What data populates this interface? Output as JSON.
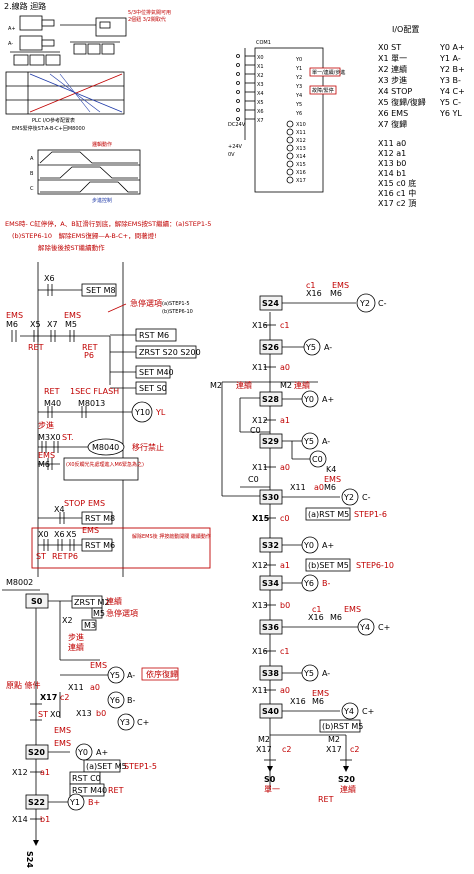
{
  "header": {
    "section_title": "2.線路 迴路"
  },
  "top": {
    "valve_note_1": "5/3中位排氣閥可用",
    "valve_note_2": "2個鈕 3/2閥取代",
    "plc_caption": "PLC I/O參考配置表",
    "diagram_note": "EMS緊停後ST:A-B-C+回M8000",
    "timing_title": "邏輯動作",
    "timing_caption": "步進控制",
    "io_title": "I/O配置",
    "io_inputs": [
      "X0 ST",
      "X1 單一",
      "X2 連續",
      "X3 步進",
      "X4 STOP",
      "X5 復歸/復歸",
      "X6 EMS",
      "X7 復歸"
    ],
    "io_outputs": [
      "Y0 A+",
      "Y1 A-",
      "Y2 B+",
      "Y3 B-",
      "Y4 C+",
      "Y5 C-",
      "Y6 YL"
    ],
    "io_inputs2": [
      "X11 a0",
      "X12 a1",
      "X13 b0",
      "X14 b1",
      "X15 c0 底",
      "X16 c1 中",
      "X17 c2 頂"
    ],
    "plc_inputs": [
      "X0",
      "X1",
      "X2",
      "X3",
      "X4",
      "X5",
      "X6",
      "X7"
    ],
    "plc_outputs": [
      "Y0",
      "Y1",
      "Y2",
      "Y3",
      "Y4",
      "Y5",
      "Y6"
    ],
    "sensor_labels": [
      "X10",
      "X11",
      "X12",
      "X13",
      "X14",
      "X15",
      "X16",
      "X17"
    ],
    "plc_box_labels": [
      "單一/連續/步進",
      "故障/緊停"
    ],
    "tag_com": "COM1",
    "tag_dc": "DC24V",
    "tag_24v": "+24V",
    "tag_0v": "0V"
  },
  "notes": {
    "ems_line1": "EMS時- C缸停停，A、B缸滑行到底，解除EMS按ST繼續：(a)STEP1-5",
    "ems_line2": "(b)STEP6-10　解除EMS復歸—A-B-C+，問著燈!",
    "ems_line3": "解除後後按ST繼續動作"
  },
  "left": {
    "rung1": {
      "contact": "X6",
      "coil": "SET M8"
    },
    "rung2": {
      "c1": "M6",
      "c2": "X5",
      "c3": "X7",
      "c4": "M5",
      "note": "急停選項",
      "opt_a": "(a)STEP1-5",
      "opt_b": "(b)STEP6-10",
      "label_ret": "RET",
      "label_ems": "EMS",
      "label_p6": "P6",
      "coils": [
        "RST M6",
        "ZRST S20 S200",
        "SET M40",
        "SET S0"
      ],
      "label_ems2": "EMS",
      "label_ret2": "RET"
    },
    "rung3": {
      "c1": "M40",
      "c2": "M8013",
      "coil": "Y10",
      "coil_note": "YL",
      "title": "1SEC FLASH",
      "label_ret": "RET"
    },
    "rung4": {
      "title": "步進",
      "c1": "M3",
      "c2": "X0",
      "label_st": "ST.",
      "coil": "M8040",
      "coil_note": "移行禁止"
    },
    "rung5": {
      "c1": "M6",
      "label_ems": "EMS",
      "note": "(X0反觸光先處理進入M6緊急為之)"
    },
    "rung6": {
      "c1": "X4",
      "label_stop": "STOP",
      "label_ems": "EMS",
      "coil": "RST M8"
    },
    "rung7": {
      "c1": "X0",
      "c2": "X6",
      "c3": "X5",
      "label_st": "ST",
      "label_ret": "RET",
      "label_ems": "EMS",
      "label_p6": "P6",
      "coil": "RST M6",
      "box_note": "解除EMS後 押按啟動開關 繼續動作"
    },
    "init": {
      "contact": "M8002",
      "step": "S0",
      "zrst": "ZRST M2",
      "rst_m5": "M5",
      "note_m2": "連續",
      "note_m5": "急停選項",
      "c_x2": "X2",
      "rst_m3": "M3",
      "note_m3": "步進",
      "x2_note": "連續",
      "ems_lbl": "EMS",
      "y5": "Y5",
      "y5_note": "A-",
      "restore": "依序復歸",
      "x11": "X11",
      "x11_note": "a0",
      "y6": "Y6",
      "y6_note": "B-",
      "x13": "X13",
      "x13_note": "b0",
      "y3": "Y3",
      "y3_note": "C+",
      "orig": "原點 條件",
      "x17": "X17",
      "x17_note": "c2",
      "st": "ST",
      "x0": "X0",
      "ems2": "EMS"
    },
    "s20": {
      "step": "S20",
      "coil_y0": "Y0",
      "y0_note": "A+",
      "ems": "EMS",
      "set_m5": "(a)SET M5",
      "step_note": "STEP1-5",
      "rst_c0": "RST C0",
      "rst_m40": "RST M40",
      "ret": "RET",
      "x12": "X12",
      "a1": "a1"
    },
    "s22": {
      "step": "S22",
      "coil_y1": "Y1",
      "y1_note": "B+",
      "x14": "X14",
      "b1": "b1",
      "target": "S24"
    }
  },
  "right": {
    "s24": {
      "step": "S24",
      "c_x16": "X16",
      "c1_note": "c1",
      "c_m6": "M6",
      "ems": "EMS",
      "coil": "Y2",
      "coil_note": "C-",
      "x16": "X16",
      "x16_note": "c1"
    },
    "s26": {
      "step": "S26",
      "coil": "Y5",
      "coil_note": "A-",
      "x11": "X11",
      "x11_note": "a0",
      "m2": "M2",
      "m2_note": "連續",
      "m2b": "M2",
      "m2b_note": "連續"
    },
    "s28": {
      "step": "S28",
      "coil": "Y0",
      "coil_note": "A+",
      "x12": "X12",
      "x12_note": "a1",
      "c0": "C0"
    },
    "s29": {
      "step": "S29",
      "coil": "Y5",
      "coil_note": "A-",
      "coil_c0": "C0",
      "k": "K4",
      "x11": "X11",
      "x11_note": "a0",
      "c0": "C0"
    },
    "s30": {
      "step": "S30",
      "x11": "X11",
      "x11_note": "a0",
      "m6": "M6",
      "ems": "EMS",
      "coil": "Y2",
      "coil_note": "C-",
      "x15": "X15",
      "c0": "c0",
      "rst_m5": "(a)RST M5",
      "step_note": "STEP1-6"
    },
    "s32": {
      "step": "S32",
      "coil": "Y0",
      "coil_note": "A+",
      "x12": "X12",
      "a1": "a1",
      "set_m5": "(b)SET M5",
      "step_note": "STEP6-10"
    },
    "s34": {
      "step": "S34",
      "coil": "Y6",
      "coil_note": "B-",
      "x13": "X13",
      "b0": "b0"
    },
    "s36": {
      "step": "S36",
      "x16": "X16",
      "c1": "c1",
      "m6": "M6",
      "ems": "EMS",
      "coil": "Y4",
      "coil_note": "C+",
      "x16b": "X16",
      "x16b_note": "c1"
    },
    "s38": {
      "step": "S38",
      "coil": "Y5",
      "coil_note": "A-",
      "x11": "X11",
      "a0": "a0"
    },
    "s40": {
      "step": "S40",
      "c_x16": "X16",
      "m6": "M6",
      "ems": "EMS",
      "coil": "Y4",
      "coil_note": "C+",
      "rst_m5": "(b)RST M5",
      "m2": "M2",
      "m2b": "M2",
      "note_left": "單一",
      "note_right": "連續",
      "x17": "X17",
      "c2": "c2",
      "x17b": "X17",
      "c2b": "c2",
      "end_left": "S0",
      "end_right": "S20",
      "end_left_note": "單一",
      "end_right_note": "連續",
      "ret": "RET"
    }
  }
}
